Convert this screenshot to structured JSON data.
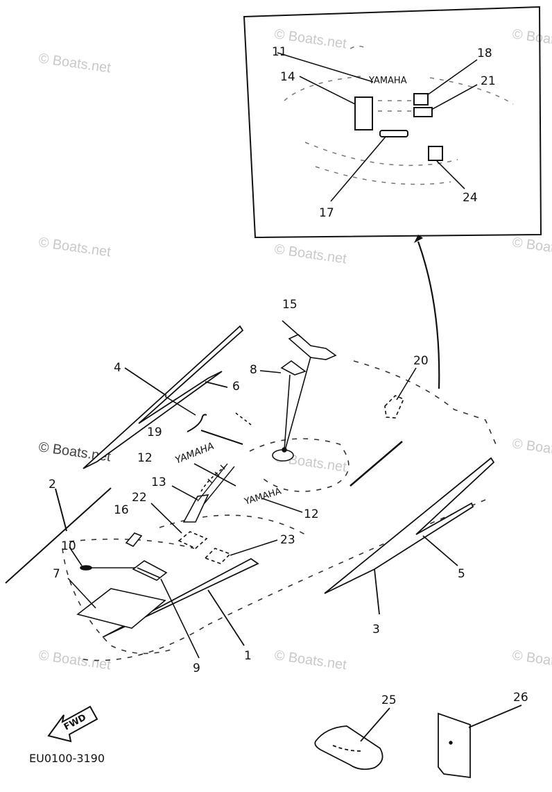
{
  "watermark": "© Boats.net",
  "inset_brand": "YAMAHA",
  "hull_brand_left": "YAMAHA",
  "hull_brand_right": "YAMAHA",
  "fwd_label": "FWD",
  "diagram_code": "EU0100-3190",
  "callouts": [
    "11",
    "14",
    "18",
    "21",
    "17",
    "24",
    "15",
    "20",
    "8",
    "4",
    "6",
    "19",
    "12",
    "13",
    "22",
    "12",
    "16",
    "2",
    "10",
    "7",
    "9",
    "1",
    "23",
    "5",
    "3",
    "25",
    "26"
  ],
  "colors": {
    "ink": "#111111",
    "watermark": "#c9c9c9",
    "background": "#ffffff"
  }
}
